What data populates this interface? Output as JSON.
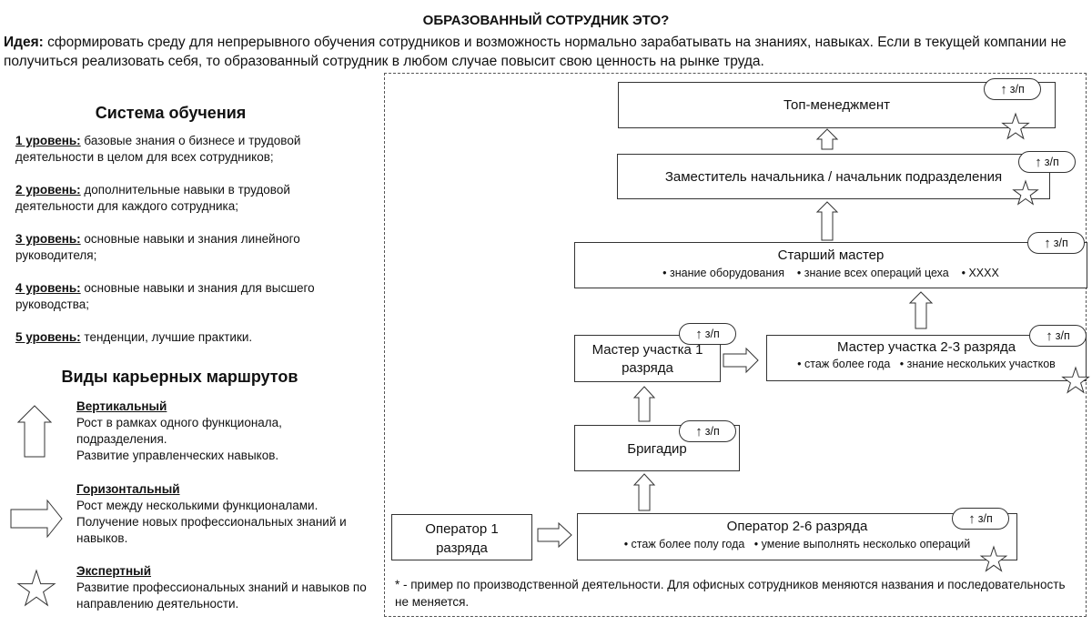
{
  "title": "ОБРАЗОВАННЫЙ СОТРУДНИК ЭТО?",
  "idea": {
    "label": "Идея:",
    "text": " сформировать среду для непрерывного обучения сотрудников и возможность нормально зарабатывать на знаниях, навыках. Если в текущей компании не получиться реализовать себя, то образованный сотрудник в любом случае повысит свою ценность на рынке труда."
  },
  "training": {
    "heading": "Система обучения",
    "levels": [
      {
        "key": "1 уровень:",
        "text": " базовые знания о бизнесе и трудовой деятельности в целом для всех сотрудников;"
      },
      {
        "key": "2 уровень:",
        "text": " дополнительные навыки в трудовой деятельности для каждого сотрудника;"
      },
      {
        "key": "3 уровень:",
        "text": " основные навыки и знания линейного руководителя;"
      },
      {
        "key": "4 уровень:",
        "text": " основные навыки и знания для высшего руководства;"
      },
      {
        "key": "5 уровень:",
        "text": " тенденции, лучшие практики."
      }
    ]
  },
  "career": {
    "heading": "Виды карьерных маршрутов",
    "types": [
      {
        "key": "Вертикальный",
        "text": "Рост в рамках одного функционала, подразделения.\nРазвитие управленческих навыков.",
        "icon": "up-arrow-icon"
      },
      {
        "key": "Горизонтальный",
        "text": "Рост между несколькими функционалами.\nПолучение новых профессиональных знаний и навыков.",
        "icon": "right-arrow-icon"
      },
      {
        "key": "Экспертный",
        "text": "Развитие профессиональных знаний и навыков по направлению деятельности.",
        "icon": "star-icon"
      }
    ]
  },
  "badge_text": "з/п",
  "badge_icon": "up-arrow-icon",
  "positions": {
    "top": {
      "label": "Топ-менеджмент"
    },
    "deputy": {
      "label": "Заместитель начальника / начальник подразделения"
    },
    "senior": {
      "label": "Старший мастер",
      "bullets": [
        "знание оборудования",
        "знание всех операций цеха",
        "ХХХХ"
      ]
    },
    "master1": {
      "label": "Мастер участка 1 разряда"
    },
    "master23": {
      "label": "Мастер участка 2-3 разряда",
      "bullets": [
        "стаж более года",
        "знание нескольких участков"
      ]
    },
    "brigadier": {
      "label": "Бригадир"
    },
    "operator1": {
      "label": "Оператор 1 разряда"
    },
    "operator26": {
      "label": "Оператор 2-6 разряда",
      "bullets": [
        "стаж более полу года",
        "умение выполнять несколько операций"
      ]
    }
  },
  "note": "* - пример по производственной деятельности. Для офисных сотрудников меняются названия и последовательность не меняется."
}
